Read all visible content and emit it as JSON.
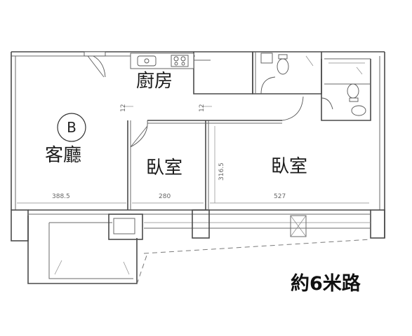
{
  "rooms": {
    "kitchen": "廚房",
    "living": "客廳",
    "bedroom_1": "臥室",
    "bedroom_2": "臥室"
  },
  "unit_badge": "B",
  "dimensions": {
    "living_width": "388.5",
    "bedroom_1_width": "280",
    "bedroom_2_width": "527",
    "depth": "316.5",
    "wall_left": "12",
    "wall_right": "12"
  },
  "road_note": "約6米路",
  "colors": {
    "wall": "#4a4a4a",
    "text": "#1b1b1b",
    "background": "#ffffff"
  }
}
